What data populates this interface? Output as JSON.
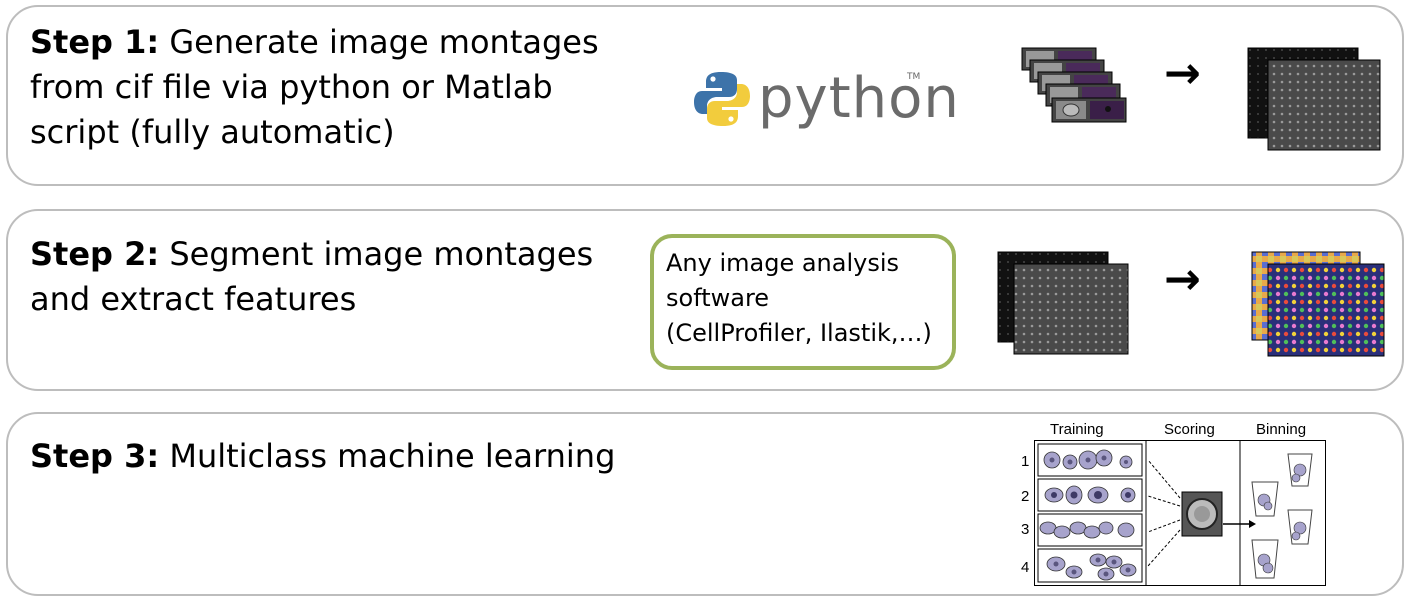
{
  "steps": [
    {
      "bold": "Step 1:",
      "text": "Generate image montages",
      "line2": "from cif file via python or Matlab",
      "line3": "script (fully automatic)"
    },
    {
      "bold": "Step 2:",
      "text": "Segment image montages",
      "line2": "and extract features"
    },
    {
      "bold": "Step 3:",
      "text": "Multiclass machine learning"
    }
  ],
  "python_logo": {
    "word": "python",
    "tm": "TM"
  },
  "tool_box": {
    "line1": "Any image analysis",
    "line2": "software",
    "line3": "(CellProfiler, Ilastik,…)",
    "border_color": "#9bb35a"
  },
  "arrow_glyph": "→",
  "ml_figure": {
    "headers": [
      "Training",
      "Scoring",
      "Binning"
    ],
    "rows": [
      "1",
      "2",
      "3",
      "4"
    ]
  },
  "colors": {
    "panel_border": "#bdbdbd",
    "python_blue": "#3d73a9",
    "python_yellow": "#f2cc3d"
  }
}
